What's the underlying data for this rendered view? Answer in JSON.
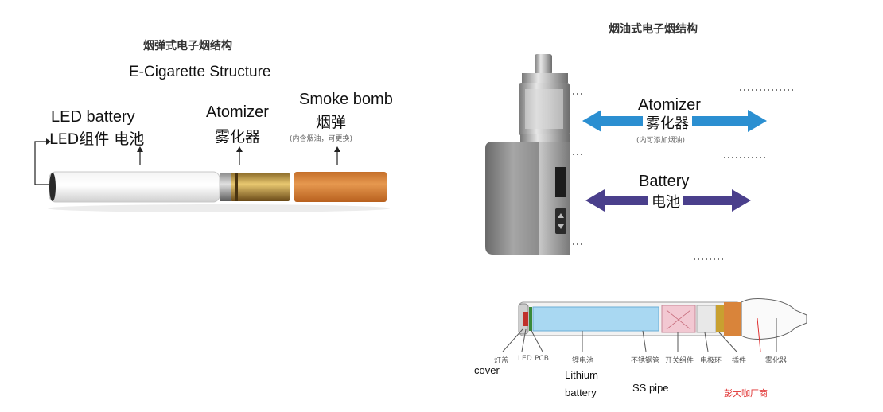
{
  "left": {
    "title_cn": "烟弹式电子烟结构",
    "title_en": "E-Cigarette Structure",
    "led_battery_en": "LED battery",
    "led_battery_cn": "LED组件 电池",
    "atomizer_en": "Atomizer",
    "atomizer_cn": "雾化器",
    "smoke_bomb_en": "Smoke bomb",
    "smoke_bomb_cn": "烟弹",
    "smoke_bomb_note": "(内含烟油，可更换)"
  },
  "right": {
    "title_cn": "烟油式电子烟结构",
    "atomizer_en": "Atomizer",
    "atomizer_cn": "雾化器",
    "atomizer_note": "(内可添加烟油)",
    "battery_en": "Battery",
    "battery_cn": "电池"
  },
  "bottom": {
    "labels_cn": [
      "灯盖",
      "LED",
      "PCB",
      "锂电池",
      "不锈钢管",
      "开关组件",
      "电极环",
      "插件",
      "雾化器"
    ],
    "cover_en": "cover",
    "lithium_en": "Lithium",
    "battery_en": "battery",
    "ss_pipe_en": "SS pipe",
    "watermark": "彭大咖厂商"
  },
  "colors": {
    "atomizer_arrow": "#2b8fd1",
    "battery_arrow": "#4a3f8c",
    "cartridge": "#d9843a",
    "battery_cell": "#a9d8f2"
  }
}
